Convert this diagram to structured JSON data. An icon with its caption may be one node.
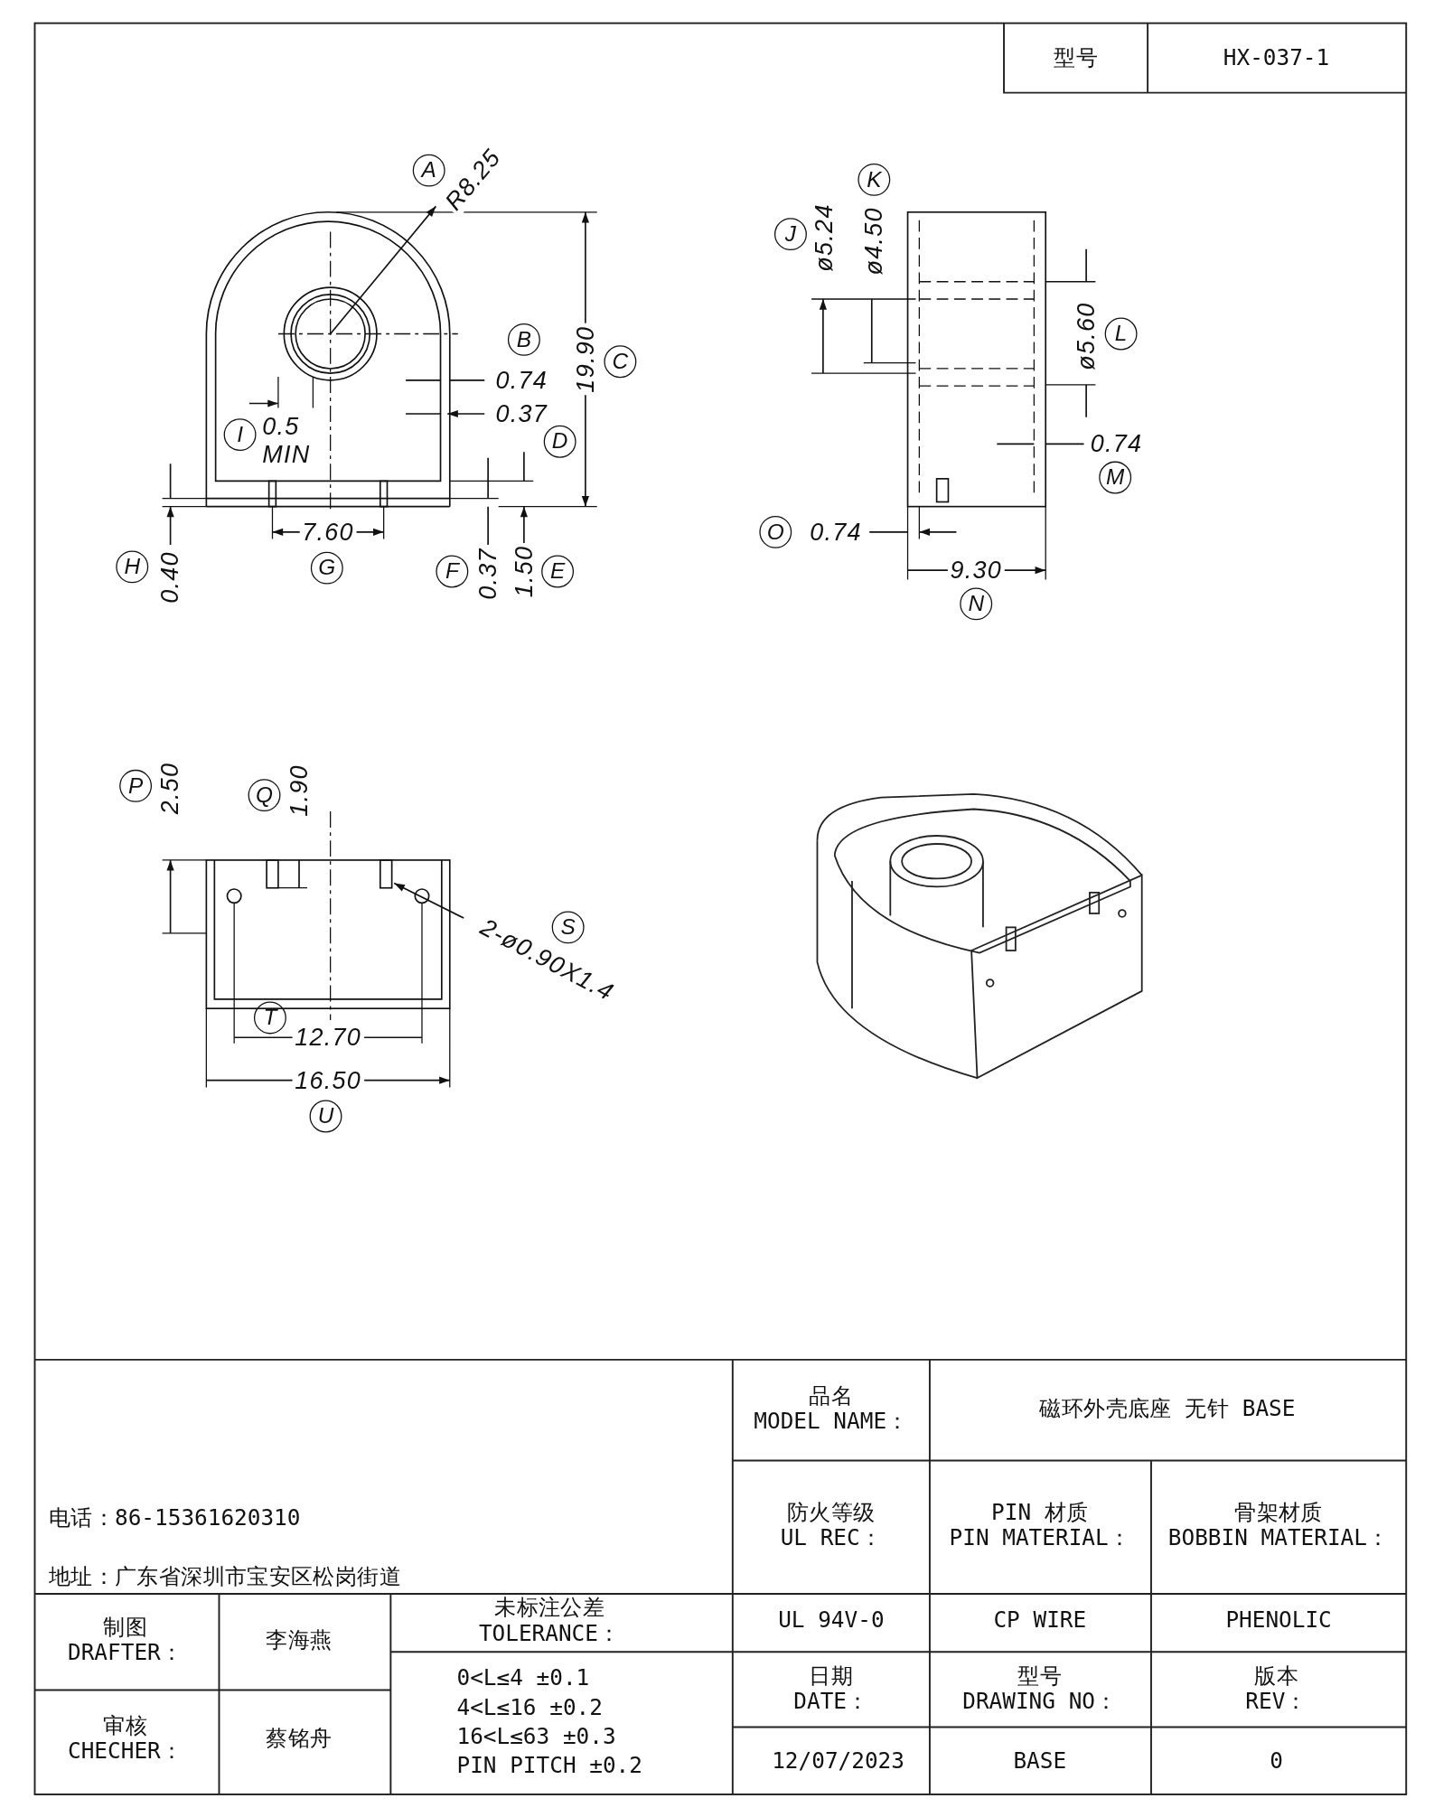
{
  "diagram": {
    "labels": [
      "型号",
      "HX-037-1",
      "A",
      "R8.25",
      "B",
      "0.74",
      "0.37",
      "19.90",
      "C",
      "D",
      "I",
      "0.5 MIN",
      "H",
      "0.40",
      "7.60",
      "G",
      "F",
      "0.37",
      "1.50",
      "E",
      "J",
      "ø5.24",
      "K",
      "ø4.50",
      "ø5.60",
      "L",
      "0.74",
      "M",
      "O",
      "0.74",
      "9.30",
      "N",
      "P",
      "2.50",
      "Q",
      "1.90",
      "2-ø0.90X1.4",
      "S",
      "T",
      "12.70",
      "16.50",
      "U",
      "品名 MODEL NAME：",
      "磁环外壳底座 无针 BASE",
      "电话：86-15361620310",
      "地址：广东省深圳市宝安区松岗街道",
      "防火等级 UL REC：",
      "PIN 材质 PIN MATERIAL：",
      "骨架材质 BOBBIN MATERIAL：",
      "制图 DRAFTER：",
      "李海燕",
      "未标注公差 TOLERANCE：",
      "UL 94V-0",
      "CP WIRE",
      "PHENOLIC",
      "审核 CHECHER：",
      "蔡铭舟",
      "0<L≤4 ±0.1",
      "4<L≤16 ±0.2",
      "16<L≤63 ±0.3",
      "PIN PITCH ±0.2",
      "日期 DATE：",
      "型号 DRAWING NO：",
      "版本 REV：",
      "12/07/2023",
      "BASE",
      "0"
    ]
  }
}
